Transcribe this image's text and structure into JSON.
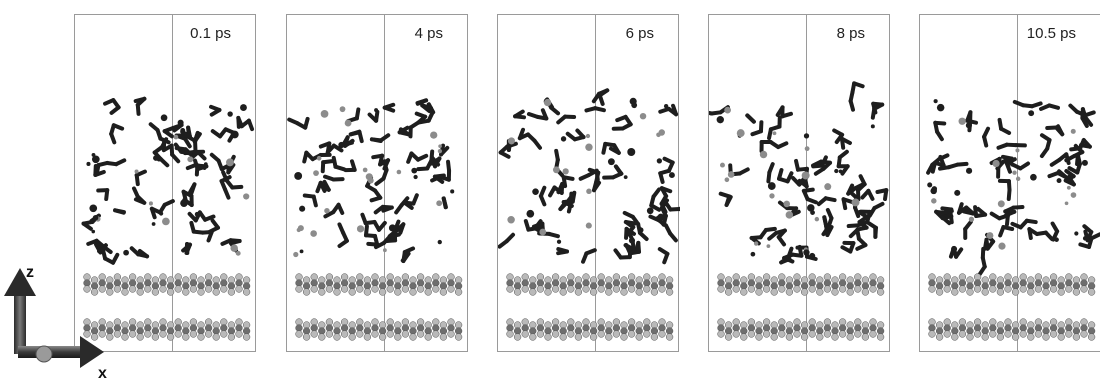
{
  "panels": [
    {
      "time_label": "0.1 ps"
    },
    {
      "time_label": "4 ps"
    },
    {
      "time_label": "6 ps"
    },
    {
      "time_label": "8 ps"
    },
    {
      "time_label": "10.5 ps"
    }
  ],
  "axes": {
    "z_label": "z",
    "x_label": "x"
  },
  "colors": {
    "molecule_dark": "#1e1e1e",
    "atom_gray": "#8c8c8c",
    "slab_light": "#b9b9b9",
    "slab_dark": "#6e6e6e",
    "border": "#9a9a9a"
  }
}
